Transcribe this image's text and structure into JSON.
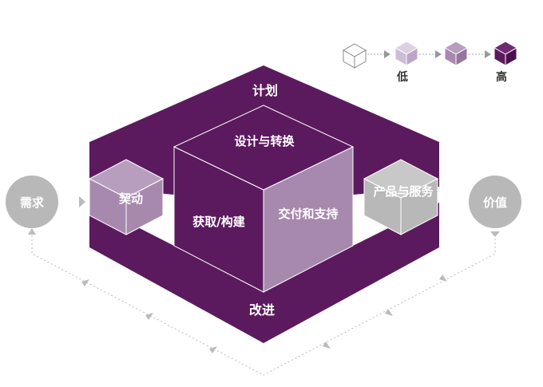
{
  "legend": {
    "low_label": "低",
    "high_label": "高",
    "levels": [
      "#ffffff",
      "#cdbcd6",
      "#a889ae",
      "#5b1a5e"
    ]
  },
  "diagram": {
    "plan": "计划",
    "design": "设计与转换",
    "acquire": "获取/构建",
    "deliver": "交付和支持",
    "engage": "契动",
    "products": "产品与服务",
    "improve": "改进",
    "demand": "需求",
    "value": "价值"
  },
  "colors": {
    "dark_purple": "#5b1a5e",
    "mid_purple": "#a889ae",
    "light_purple": "#cdbcd6",
    "gray": "#b8b8b8",
    "flow_line": "#bbbbbb"
  }
}
